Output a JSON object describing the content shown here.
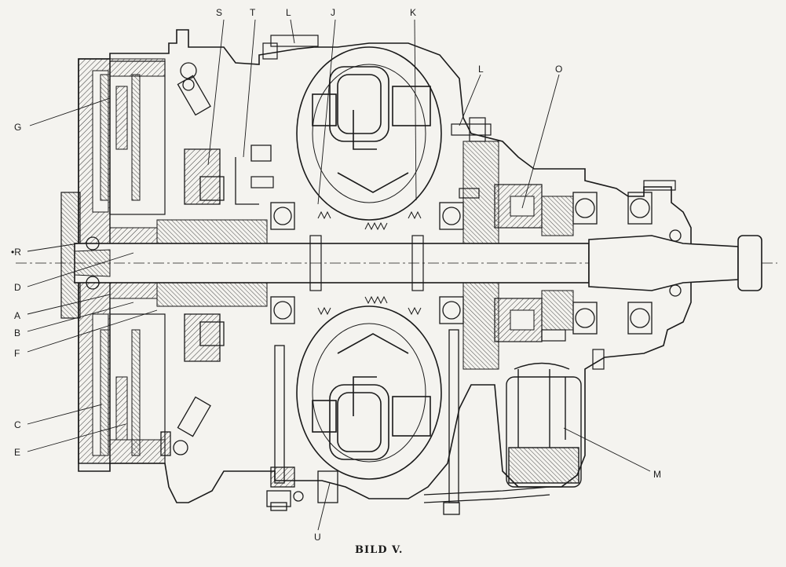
{
  "labels": {
    "S": "S",
    "T": "T",
    "L_top": "L",
    "J": "J",
    "K": "K",
    "L_right": "L",
    "O": "O",
    "G": "G",
    "R": "R",
    "D": "D",
    "A": "A",
    "B": "B",
    "F": "F",
    "C": "C",
    "E": "E",
    "M": "M",
    "U": "U"
  },
  "caption": "BILD V."
}
